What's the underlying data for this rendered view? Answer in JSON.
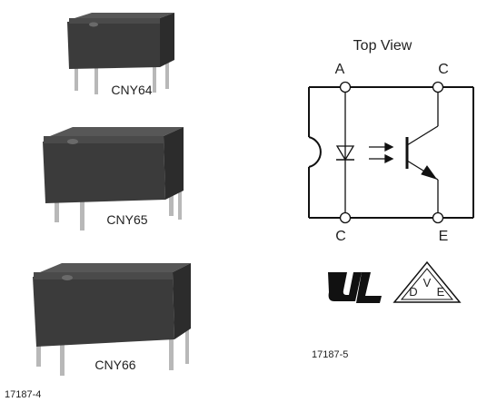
{
  "packages": [
    {
      "name": "CNY64"
    },
    {
      "name": "CNY65"
    },
    {
      "name": "CNY66"
    }
  ],
  "packages_figure_id": "17187-4",
  "schematic": {
    "title": "Top View",
    "pins": {
      "top_left": "A",
      "top_right": "C",
      "bottom_left": "C",
      "bottom_right": "E"
    },
    "figure_id": "17187-5"
  },
  "certification": {
    "vde_letters": {
      "d": "D",
      "v": "V",
      "e": "E"
    }
  },
  "colors": {
    "package_body": "#3d3d3d",
    "package_top": "#545454",
    "line": "#111111"
  }
}
